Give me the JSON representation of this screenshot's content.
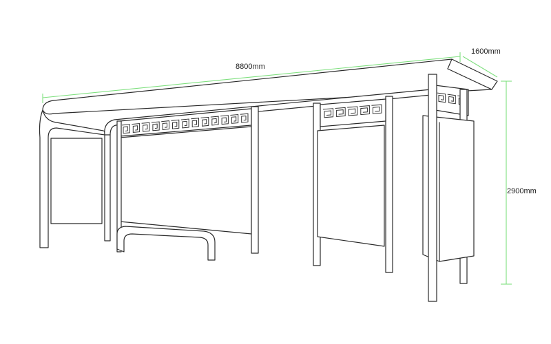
{
  "dimensions": {
    "length": "8800mm",
    "depth": "1600mm",
    "height": "2900mm"
  },
  "colors": {
    "dimension_line": "#7fe07f",
    "outline": "#2b2b2b",
    "background": "#ffffff"
  }
}
